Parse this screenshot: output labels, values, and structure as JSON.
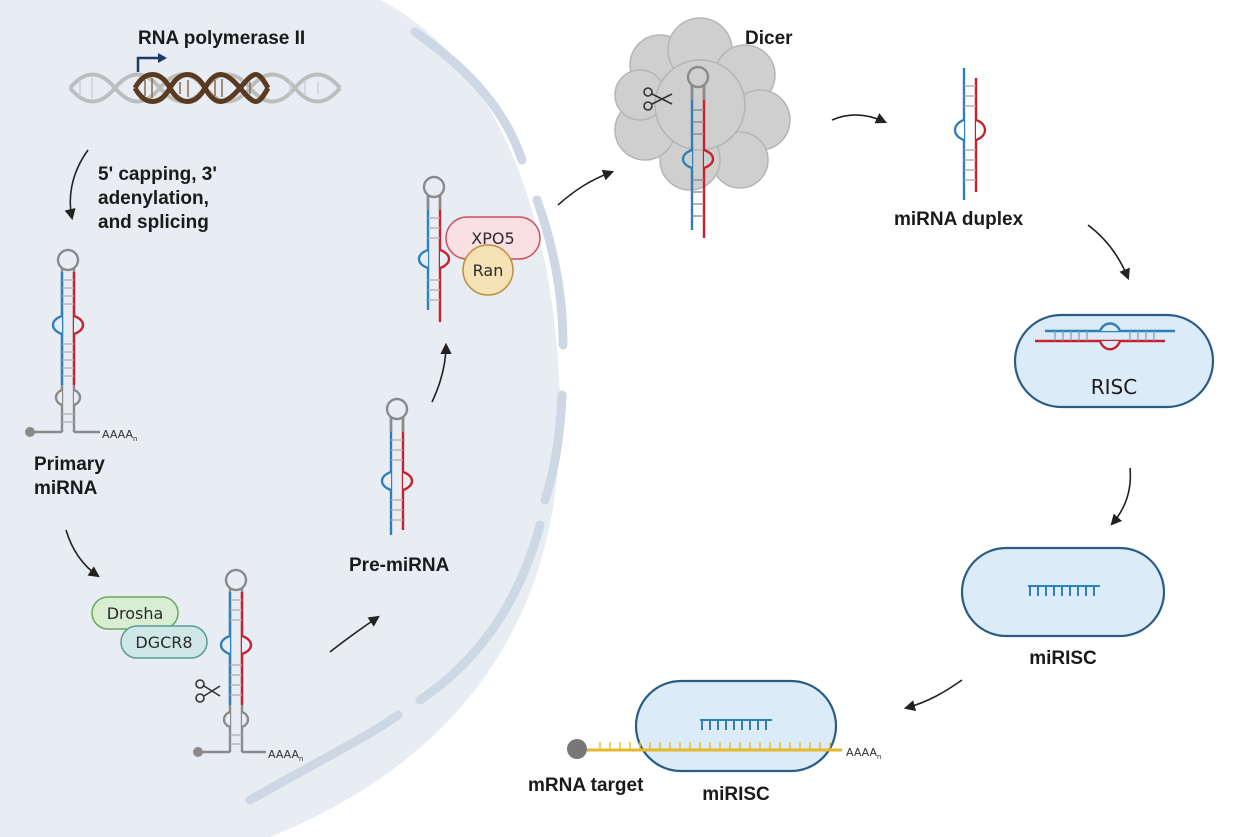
{
  "labels": {
    "rna_pol": "RNA polymerase II",
    "processing_1": "5' capping, 3'",
    "processing_2": "adenylation,",
    "processing_3": "and splicing",
    "primary_1": "Primary",
    "primary_2": "miRNA",
    "drosha": "Drosha",
    "dgcr8": "DGCR8",
    "pre_mirna": "Pre-miRNA",
    "xpo5": "XPO5",
    "ran": "Ran",
    "dicer": "Dicer",
    "duplex": "miRNA duplex",
    "risc": "RISC",
    "mirisc_1": "miRISC",
    "mirisc_2": "miRISC",
    "mrna_target": "mRNA target",
    "poly_a_1": "AAAA",
    "poly_a_2": "AAAA",
    "poly_a_3": "AAAA",
    "poly_sub": "n"
  },
  "colors": {
    "nucleus": "#e8edf3",
    "envelope": "#cdd8e4",
    "blue_strand": "#2f80b8",
    "red_strand": "#c8202f",
    "gray_strand": "#8a8a8a",
    "mrna": "#e3b82a",
    "risc_fill": "#dcebf8",
    "risc_stroke": "#2a5d86",
    "dna_dark": "#5a3a20",
    "dna_light": "#bdbdbd"
  }
}
